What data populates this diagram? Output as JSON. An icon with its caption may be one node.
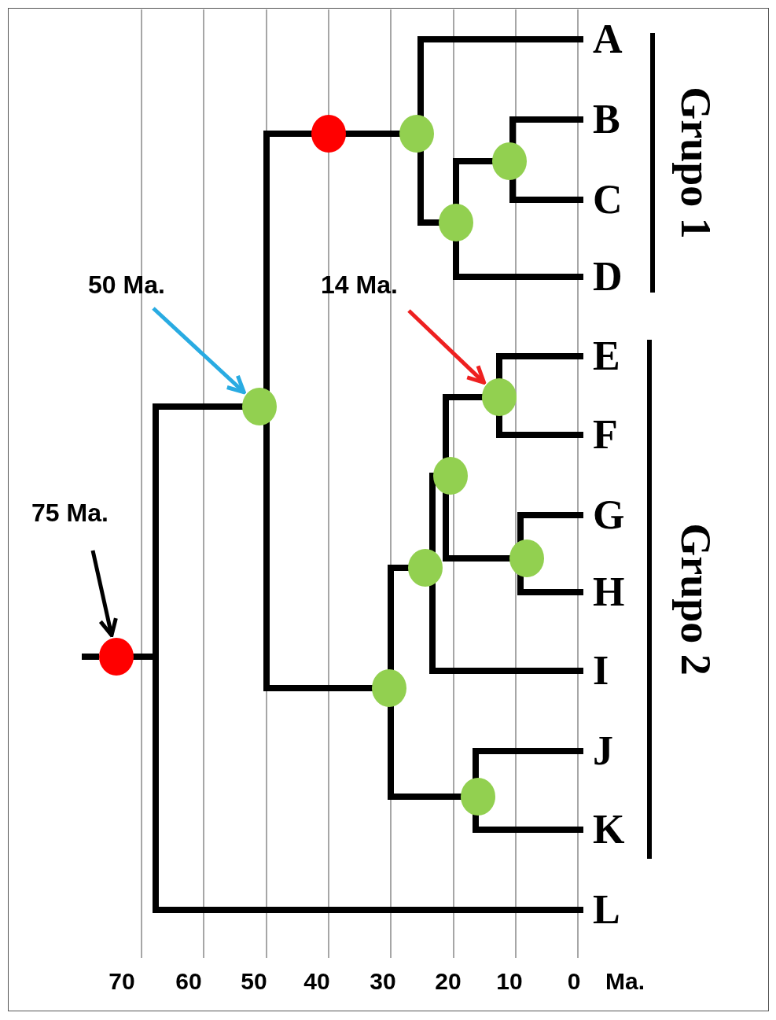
{
  "diagram": {
    "nodes": [
      {
        "text": [
          "75 Ma."
        ]
      },
      {
        "text": [
          "50 Ma."
        ]
      },
      {
        "text": [
          "14 Ma."
        ]
      },
      {
        "text": [],
        "shape": "circle"
      },
      {
        "text": [],
        "shape": "circle"
      },
      {
        "text": [],
        "shape": "circle"
      },
      {
        "text": [],
        "shape": "circle"
      },
      {
        "text": [],
        "shape": "circle"
      },
      {
        "text": [],
        "shape": "circle"
      },
      {
        "text": [],
        "shape": "circle"
      },
      {
        "text": [],
        "shape": "circle"
      },
      {
        "text": [],
        "shape": "circle"
      },
      {
        "text": [],
        "shape": "circle"
      },
      {
        "text": [],
        "shape": "circle"
      },
      {
        "text": [],
        "shape": "circle"
      },
      {
        "text": [
          "A"
        ]
      },
      {
        "text": [
          "B"
        ]
      },
      {
        "text": [
          "C"
        ]
      },
      {
        "text": [
          "D"
        ]
      },
      {
        "text": [
          "E"
        ]
      },
      {
        "text": [
          "F"
        ]
      },
      {
        "text": [
          "G"
        ]
      },
      {
        "text": [
          "H"
        ]
      },
      {
        "text": [
          "I"
        ]
      },
      {
        "text": [
          "J"
        ]
      },
      {
        "text": [
          "K"
        ]
      },
      {
        "text": [
          "L"
        ]
      }
    ],
    "edges": [
      {
        "from": 0,
        "to": 3,
        "arrow": "to"
      },
      {
        "from": 1,
        "to": 4,
        "arrow": "to",
        "color": "#29abe2"
      },
      {
        "from": 2,
        "to": 12,
        "arrow": "to",
        "color": "#ee2020"
      },
      {
        "from": 3,
        "to": 4,
        "arrow": "none"
      },
      {
        "from": 3,
        "to": 26,
        "arrow": "none"
      },
      {
        "from": 4,
        "to": 5,
        "arrow": "none"
      },
      {
        "from": 5,
        "to": 6,
        "arrow": "none"
      },
      {
        "from": 6,
        "to": 15,
        "arrow": "none"
      },
      {
        "from": 6,
        "to": 7,
        "arrow": "none"
      },
      {
        "from": 7,
        "to": 8,
        "arrow": "none"
      },
      {
        "from": 8,
        "to": 16,
        "arrow": "none"
      },
      {
        "from": 8,
        "to": 17,
        "arrow": "none"
      },
      {
        "from": 7,
        "to": 18,
        "arrow": "none"
      },
      {
        "from": 4,
        "to": 9,
        "arrow": "none"
      },
      {
        "from": 9,
        "to": 10,
        "arrow": "none"
      },
      {
        "from": 10,
        "to": 11,
        "arrow": "none"
      },
      {
        "from": 11,
        "to": 12,
        "arrow": "none"
      },
      {
        "from": 12,
        "to": 19,
        "arrow": "none"
      },
      {
        "from": 12,
        "to": 20,
        "arrow": "none"
      },
      {
        "from": 11,
        "to": 13,
        "arrow": "none"
      },
      {
        "from": 13,
        "to": 21,
        "arrow": "none"
      },
      {
        "from": 13,
        "to": 22,
        "arrow": "none"
      },
      {
        "from": 10,
        "to": 23,
        "arrow": "none"
      },
      {
        "from": 9,
        "to": 14,
        "arrow": "none"
      },
      {
        "from": 14,
        "to": 24,
        "arrow": "none"
      },
      {
        "from": 14,
        "to": 25,
        "arrow": "none"
      }
    ],
    "labels": [
      "Grupo 1",
      "Grupo 2",
      "70",
      "60",
      "50",
      "40",
      "30",
      "20",
      "10",
      "0",
      "Ma."
    ]
  }
}
